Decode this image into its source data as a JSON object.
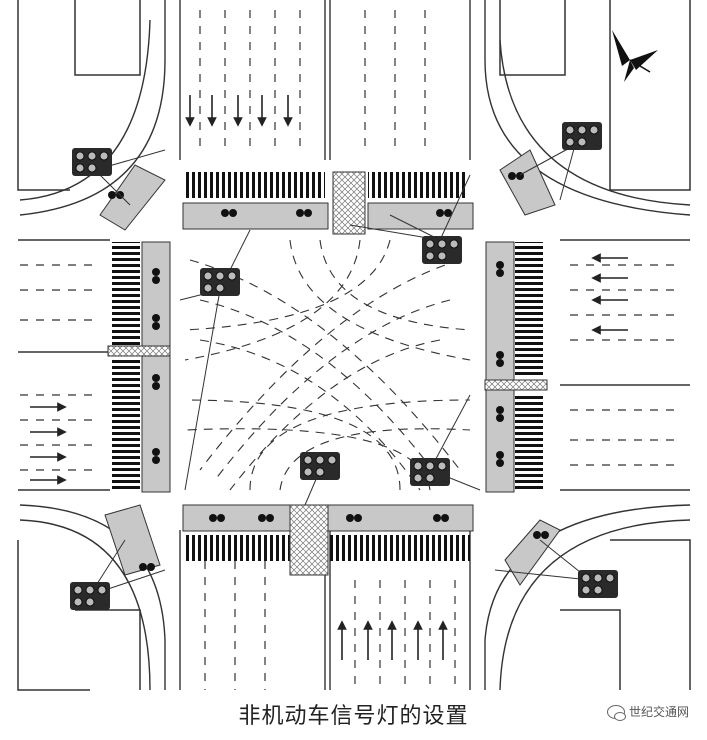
{
  "figure": {
    "caption": "非机动车信号灯的设置",
    "watermark": "世纪交通网"
  },
  "icons": [
    "north-arrow-icon",
    "bicycle-icon",
    "traffic-signal-icon",
    "lane-arrow-icon",
    "watermark-logo-icon"
  ],
  "colors": {
    "line": "#222222",
    "bike_lane": "#c8c8c8",
    "island": "#bdbdbd",
    "signal_body": "#2a2a2a",
    "signal_lamp": "#bbbbbb"
  },
  "signals": {
    "count": 8,
    "lamps_per_signal": 5
  }
}
